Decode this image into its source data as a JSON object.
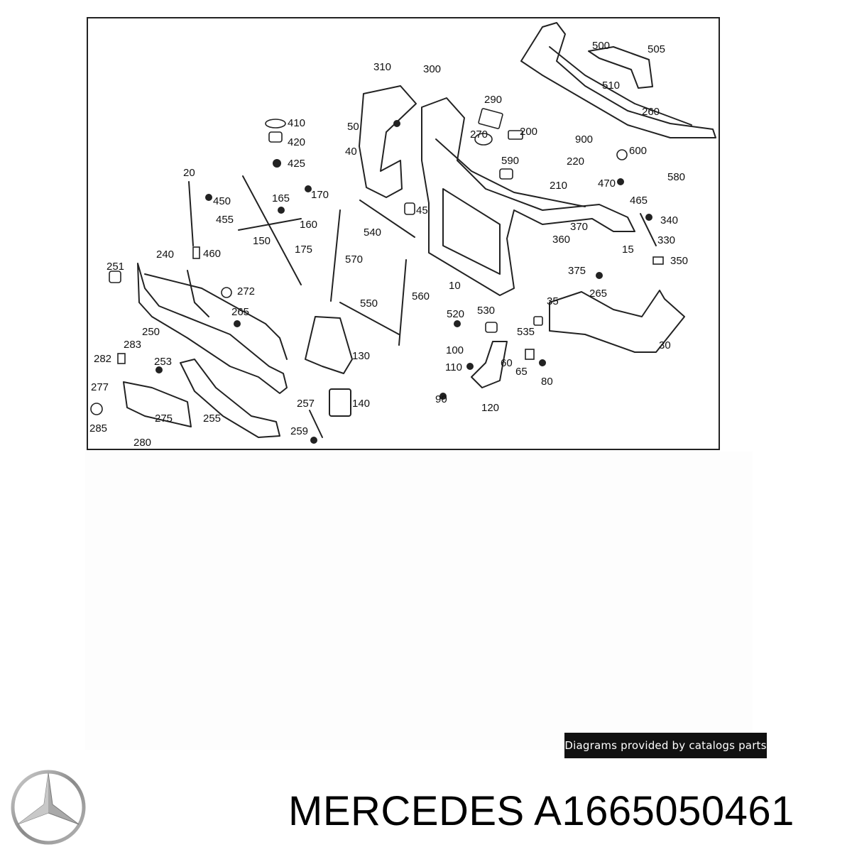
{
  "diagram": {
    "part_labels": [
      "310",
      "300",
      "500",
      "505",
      "510",
      "260",
      "290",
      "410",
      "420",
      "425",
      "50",
      "40",
      "270",
      "200",
      "900",
      "220",
      "210",
      "590",
      "600",
      "470",
      "580",
      "465",
      "20",
      "450",
      "455",
      "165",
      "170",
      "160",
      "150",
      "45",
      "540",
      "570",
      "340",
      "330",
      "370",
      "360",
      "15",
      "350",
      "460",
      "240",
      "175",
      "251",
      "272",
      "375",
      "265",
      "10",
      "250",
      "265",
      "283",
      "282",
      "550",
      "560",
      "520",
      "530",
      "535",
      "35",
      "30",
      "253",
      "130",
      "100",
      "110",
      "60",
      "65",
      "80",
      "277",
      "275",
      "255",
      "285",
      "280",
      "257",
      "259",
      "140",
      "90",
      "120"
    ]
  },
  "credit": {
    "text": "Diagrams provided by catalogs parts"
  },
  "brand": {
    "logo_icon": "mercedes-star-icon",
    "title": "MERCEDES A1665050461"
  }
}
